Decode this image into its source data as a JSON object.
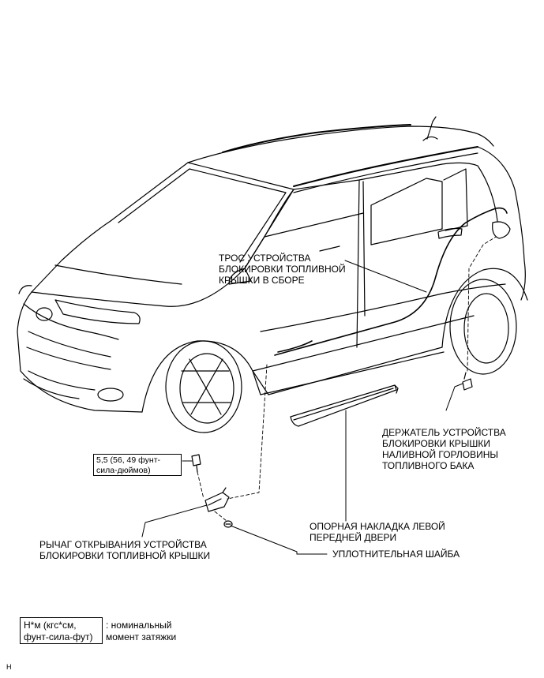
{
  "labels": {
    "fuel_lid_lock_cable": [
      "ТРОС УСТРОЙСТВА",
      "БЛОКИРОВКИ ТОПЛИВНОЙ",
      "КРЫШКИ В СБОРЕ"
    ],
    "fuel_lid_lock_holder": [
      "ДЕРЖАТЕЛЬ УСТРОЙСТВА",
      "БЛОКИРОВКИ КРЫШКИ",
      "НАЛИВНОЙ ГОРЛОВИНЫ",
      "ТОПЛИВНОГО БАКА"
    ],
    "torque_spec": [
      "5,5 (56, 49 фунт-",
      "сила-дюймов)"
    ],
    "door_scuff_plate": [
      "ОПОРНАЯ НАКЛАДКА ЛЕВОЙ",
      "ПЕРЕДНЕЙ ДВЕРИ"
    ],
    "fuel_lid_opener_lever": [
      "РЫЧАГ ОТКРЫВАНИЯ УСТРОЙСТВА",
      "БЛОКИРОВКИ ТОПЛИВНОЙ КРЫШКИ"
    ],
    "seal_washer": "УПЛОТНИТЕЛЬНАЯ ШАЙБА"
  },
  "legend": {
    "unit": [
      "Н*м (кгс*см,",
      "фунт-сила-фут)"
    ],
    "description": [
      ": номинальный",
      "момент затяжки"
    ]
  },
  "corner_mark": "H"
}
